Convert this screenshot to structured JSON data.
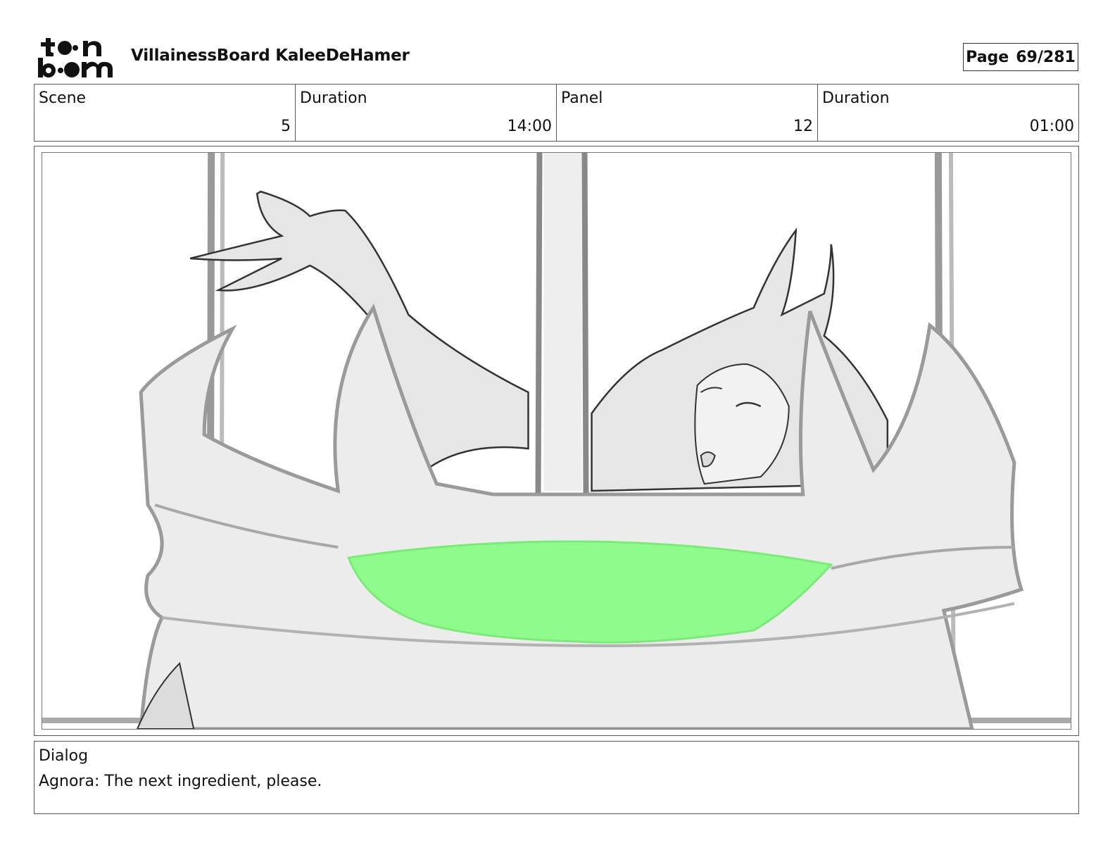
{
  "header": {
    "logo_icon": "toonboom-logo",
    "logo_text": "toon boom",
    "project_title": "VillainessBoard KaleeDeHamer",
    "page_label": "Page",
    "page_value": "69/281"
  },
  "info": {
    "scene_label": "Scene",
    "scene_value": "5",
    "scene_duration_label": "Duration",
    "scene_duration_value": "14:00",
    "panel_label": "Panel",
    "panel_value": "12",
    "panel_duration_label": "Duration",
    "panel_duration_value": "01:00"
  },
  "panel": {
    "image_icon": "storyboard-sketch-image",
    "colors": {
      "potion": "#8ffb8c",
      "sketch_fill": "#e4e4e4",
      "line": "#333333"
    }
  },
  "dialog": {
    "label": "Dialog",
    "text": "Agnora: The next ingredient, please."
  }
}
